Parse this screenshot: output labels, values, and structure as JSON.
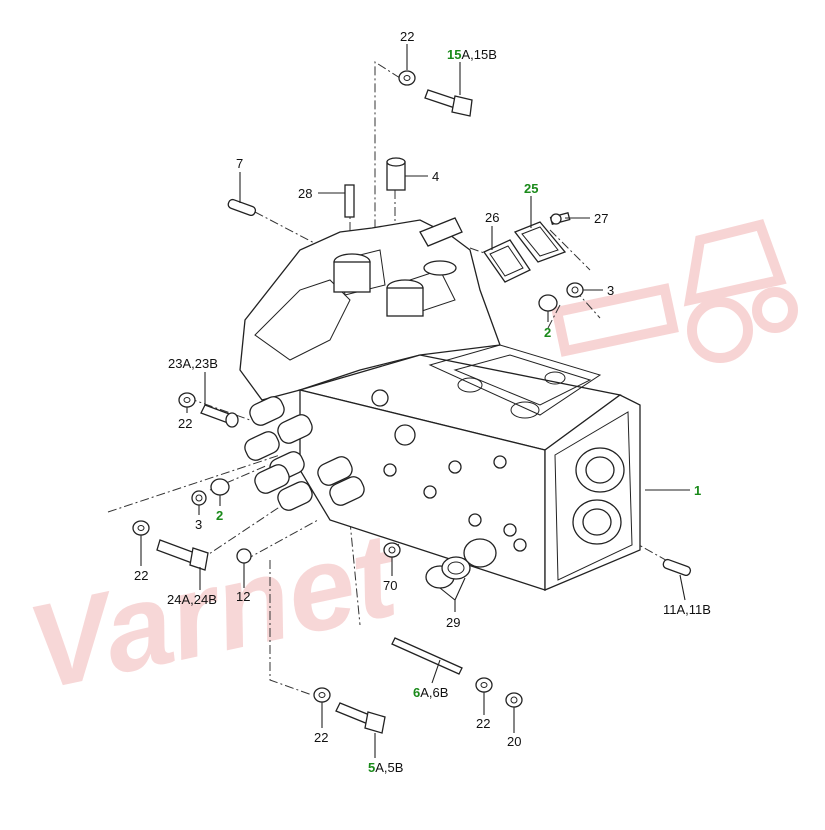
{
  "watermark": {
    "text": "Varnet",
    "accent_color": "#f2b8b8"
  },
  "label_colors": {
    "normal": "#111111",
    "highlight": "#1a8a1a"
  },
  "callouts": [
    {
      "id": "c22a",
      "text": "22"
    },
    {
      "id": "c15",
      "hl": "15",
      "rest": "A,15B"
    },
    {
      "id": "c7",
      "text": "7"
    },
    {
      "id": "c28",
      "text": "28"
    },
    {
      "id": "c4",
      "text": "4"
    },
    {
      "id": "c25",
      "text": "25"
    },
    {
      "id": "c26",
      "text": "26"
    },
    {
      "id": "c27",
      "text": "27"
    },
    {
      "id": "c3a",
      "text": "3"
    },
    {
      "id": "c2a",
      "text": "2"
    },
    {
      "id": "c23",
      "text": "23A,23B"
    },
    {
      "id": "c22b",
      "text": "22"
    },
    {
      "id": "c1",
      "text": "1"
    },
    {
      "id": "c3b",
      "text": "3"
    },
    {
      "id": "c2b",
      "text": "2"
    },
    {
      "id": "c22c",
      "text": "22"
    },
    {
      "id": "c24",
      "text": "24A,24B"
    },
    {
      "id": "c12",
      "text": "12"
    },
    {
      "id": "c70",
      "text": "70"
    },
    {
      "id": "c29",
      "text": "29"
    },
    {
      "id": "c11",
      "text": "11A,11B"
    },
    {
      "id": "c6",
      "hl": "6",
      "rest": "A,6B"
    },
    {
      "id": "c22d",
      "text": "22"
    },
    {
      "id": "c22e",
      "text": "22"
    },
    {
      "id": "c20",
      "text": "20"
    },
    {
      "id": "c5",
      "hl": "5",
      "rest": "A,5B"
    }
  ]
}
